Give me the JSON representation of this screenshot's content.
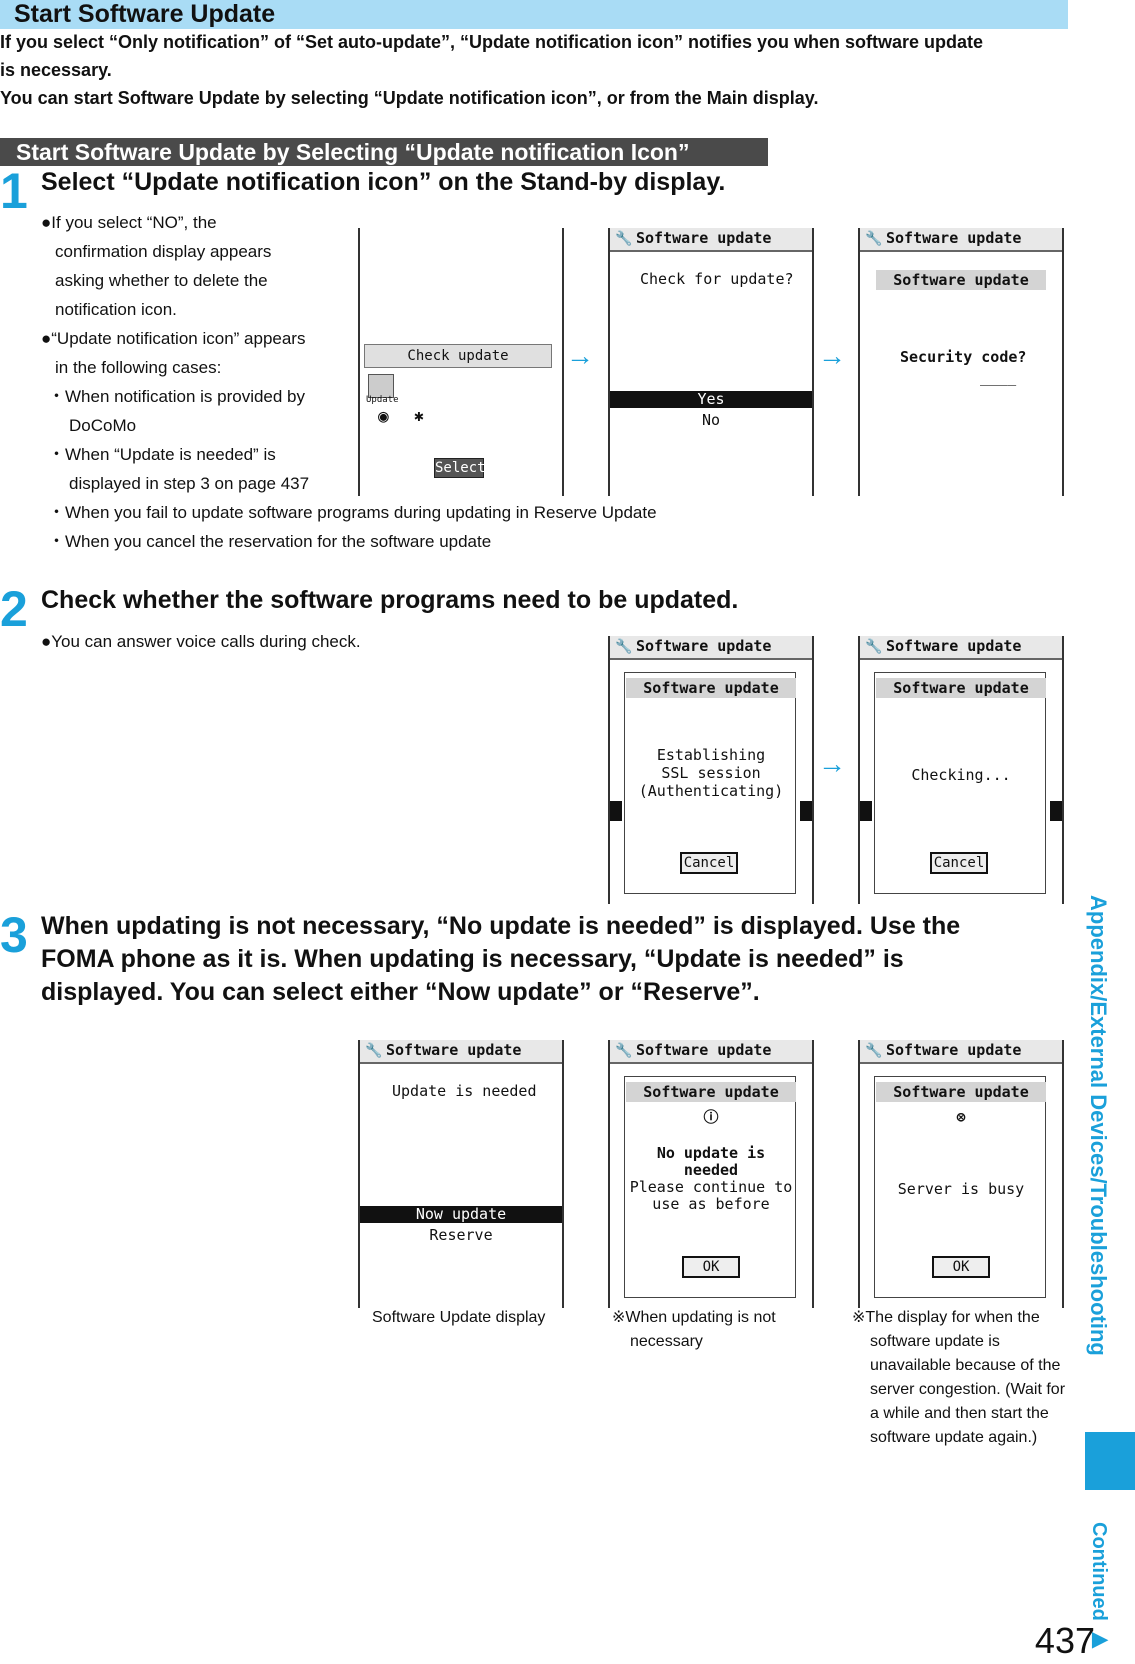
{
  "title": "Start Software Update",
  "intro": {
    "line1": "If you select “Only notification” of “Set auto-update”, “Update notification icon” notifies you when software update",
    "line2": "is necessary.",
    "line3": "You can start Software Update by selecting “Update notification icon”, or from the Main display."
  },
  "subheading": "Start Software Update by Selecting “Update notification Icon”",
  "steps": [
    {
      "num": "1",
      "heading": "Select “Update notification icon” on the Stand-by display."
    },
    {
      "num": "2",
      "heading": "Check whether the software programs need to be updated."
    },
    {
      "num": "3",
      "heading": "When updating is not necessary, “No update is needed” is displayed. Use the FOMA phone as it is. When updating is necessary, “Update is needed” is displayed. You can select either “Now update” or “Reserve”."
    }
  ],
  "step1_notes": {
    "b1": "●If you select “NO”, the",
    "b1_l2": "confirmation display appears",
    "b1_l3": "asking whether to delete the",
    "b1_l4": "notification icon.",
    "b2": "●“Update notification icon” appears",
    "b2_l2": "in the following cases:",
    "c1": "・When notification is provided by",
    "c1_l2": "DoCoMo",
    "c2": "・When “Update is needed” is",
    "c2_l2": "displayed in step 3 on page 437",
    "c3": "・When you fail to update software programs during updating in Reserve Update",
    "c4": "・When you cancel the reservation for the software update"
  },
  "step2_note": "●You can answer voice calls during check.",
  "screens": {
    "header": "Software update",
    "s1_check": "Check update",
    "s1_update_label": "Update",
    "s1_select": "Select",
    "s2_question": "Check for update?",
    "s2_yes": "Yes",
    "s2_no": "No",
    "dlg_title": "Software update",
    "s3_security": "Security code?",
    "s3_dashes": "____",
    "s4_l1": "Establishing",
    "s4_l2": "SSL session",
    "s4_l3": "(Authenticating)",
    "cancel": "Cancel",
    "s5_checking": "Checking...",
    "s6_needed": "Update is needed",
    "s6_now": "Now update",
    "s6_reserve": "Reserve",
    "s7_l1": "No update is",
    "s7_l2": "needed",
    "s7_l3": "Please continue to",
    "s7_l4": "use as before",
    "ok": "OK",
    "s8_busy": "Server is busy"
  },
  "captions": {
    "c1": "Software Update display",
    "c2_l1": "※When updating is not",
    "c2_l2": "necessary",
    "c3_l1": "※The display for when the",
    "c3_l2": "software update is",
    "c3_l3": "unavailable because of the",
    "c3_l4": "server congestion. (Wait for",
    "c3_l5": "a while and then start the",
    "c3_l6": "software update again.)"
  },
  "side_label": "Appendix/External Devices/Troubleshooting",
  "continued": "Continued",
  "page_number": "437"
}
